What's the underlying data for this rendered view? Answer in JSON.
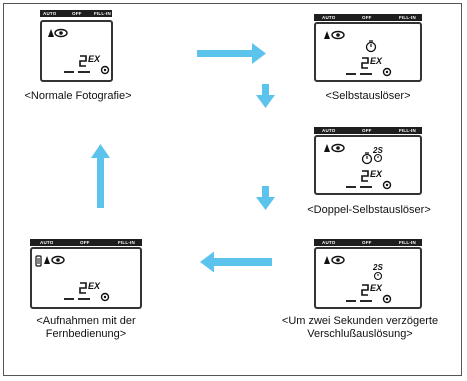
{
  "mode_bar": {
    "auto": "AUTO",
    "off": "OFF",
    "fill_in": "FILL-IN"
  },
  "lcd_exposure_mark": "EX",
  "lcd_self_timer_digits": "2S",
  "panels": {
    "normal": {
      "caption": "<Normale Fotografie>"
    },
    "self_timer": {
      "caption": "<Selbstauslöser>"
    },
    "double_self_timer": {
      "caption": "<Doppel-Selbstauslöser>"
    },
    "remote": {
      "caption_line1": "<Aufnahmen mit der",
      "caption_line2": "Fernbedienung>"
    },
    "two_second_delay": {
      "caption_line1": "<Um zwei Sekunden verzögerte",
      "caption_line2": "Verschlußauslösung>"
    }
  },
  "colors": {
    "arrow": "#5cc3ec",
    "mode_bar": "#1e1e1e",
    "lcd_border": "#333333"
  },
  "icons": [
    "flash-icon",
    "red-eye-icon",
    "self-timer-icon",
    "remote-control-icon",
    "arrow-right-icon",
    "arrow-down-icon",
    "arrow-left-icon",
    "arrow-up-icon"
  ]
}
